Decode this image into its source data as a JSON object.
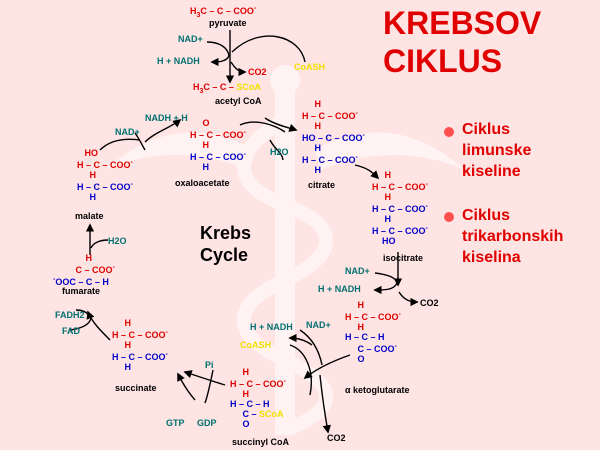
{
  "title_line1": "KREBSOV",
  "title_line2": "CIKLUS",
  "bullets": [
    {
      "lines": [
        "Ciklus",
        "limunske",
        "kiseline"
      ]
    },
    {
      "lines": [
        "Ciklus",
        "trikarbonskih",
        "kiselina"
      ]
    }
  ],
  "center_label": [
    "Krebs",
    "Cycle"
  ],
  "compounds": {
    "pyruvate": "pyruvate",
    "acetyl_coa": "acetyl CoA",
    "citrate": "citrate",
    "isocitrate": "isocitrate",
    "ketoglutarate": "α ketoglutarate",
    "succinyl_coa": "succinyl CoA",
    "succinate": "succinate",
    "fumarate": "fumarate",
    "malate": "malate",
    "oxaloacetate": "oxaloacetate"
  },
  "cofactors": {
    "nad_plus": "NAD+",
    "nadh_h": "H + NADH",
    "nadh_plus_h": "NADH + H",
    "co2": "CO2",
    "coash": "CoASH",
    "h2o": "H2O",
    "fadh2": "FADH2",
    "fad": "FAD",
    "gtp": "GTP",
    "gdp": "GDP",
    "pi": "Pi"
  },
  "colors": {
    "background": "#ffe4e4",
    "title": "#e00000",
    "carbon_red": "#e00000",
    "carbon_blue": "#0000c8",
    "cofactor_teal": "#007070",
    "coa_yellow": "#f0e000",
    "bullet": "#ff5050"
  }
}
